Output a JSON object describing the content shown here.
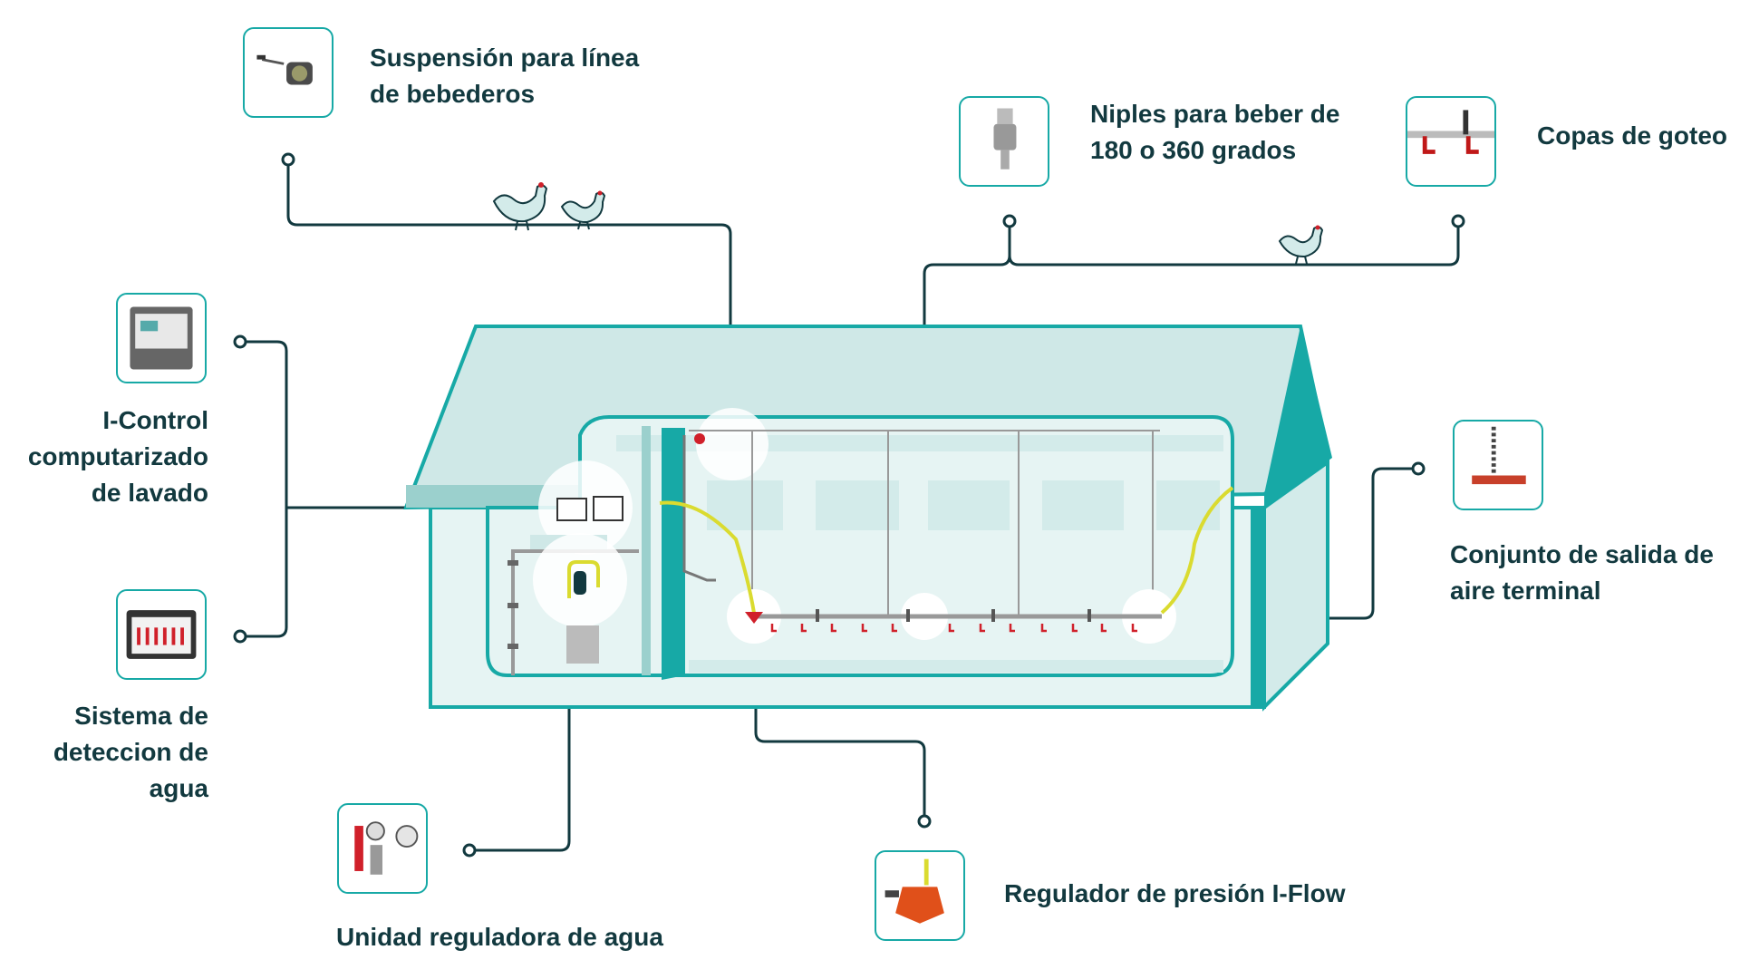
{
  "colors": {
    "teal": "#17a9a6",
    "teal_light": "#d3ebea",
    "teal_mid": "#9bd0cd",
    "line": "#12393f",
    "text": "#12393f",
    "red": "#d0202a",
    "yellow": "#dadb30"
  },
  "components": [
    {
      "key": "suspension",
      "icon": "winch-icon",
      "lines": [
        "Suspensión para línea",
        "de bebederos"
      ]
    },
    {
      "key": "niples",
      "icon": "nipple-icon",
      "lines": [
        "Niples para beber de",
        "180 o 360 grados"
      ]
    },
    {
      "key": "copas",
      "icon": "drip-cup-icon",
      "lines": [
        "Copas de goteo"
      ]
    },
    {
      "key": "icontrol",
      "icon": "controller-icon",
      "lines": [
        "I-Control",
        "computarizado",
        "de lavado"
      ]
    },
    {
      "key": "deteccion",
      "icon": "detection-panel-icon",
      "lines": [
        "Sistema de",
        "deteccion de",
        "agua"
      ]
    },
    {
      "key": "conjunto",
      "icon": "air-outlet-icon",
      "lines": [
        "Conjunto de salida de",
        "aire terminal"
      ]
    },
    {
      "key": "unidad",
      "icon": "water-regulator-icon",
      "lines": [
        "Unidad reguladora de agua"
      ]
    },
    {
      "key": "regulador",
      "icon": "pressure-regulator-icon",
      "lines": [
        "Regulador de presión I-Flow"
      ]
    }
  ]
}
